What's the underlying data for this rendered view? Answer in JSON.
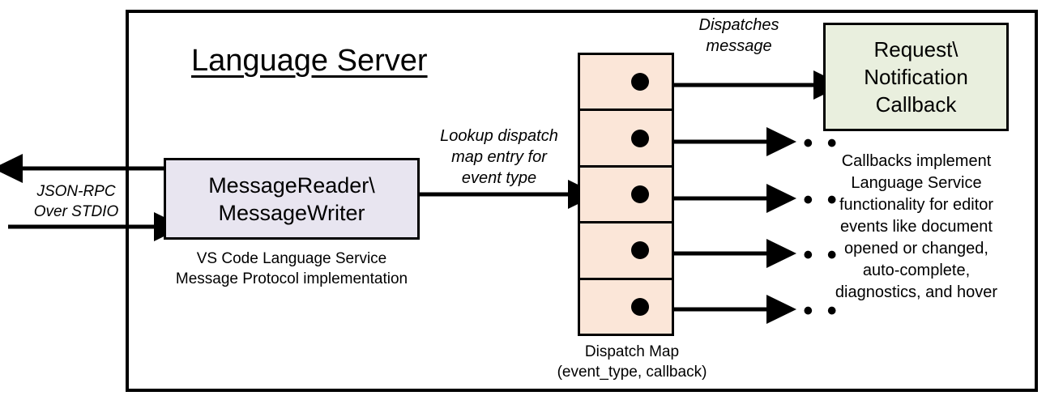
{
  "diagram": {
    "title": "Language Server",
    "type": "architecture-block-diagram"
  },
  "left_channel": {
    "label_line1": "JSON-RPC",
    "label_line2": "Over STDIO",
    "outbound_arrow": "arrow-left-out-of-server",
    "inbound_arrow": "arrow-right-into-server"
  },
  "message_node": {
    "line1": "MessageReader\\",
    "line2": "MessageWriter",
    "caption_line1": "VS Code Language Service",
    "caption_line2": "Message Protocol implementation",
    "fill": "#e8e5f0"
  },
  "lookup_note": {
    "line1": "Lookup dispatch",
    "line2": "map entry for",
    "line3": "event type"
  },
  "dispatch_map": {
    "caption_line1": "Dispatch Map",
    "caption_line2": "(event_type, callback)",
    "fill": "#fbe6d8",
    "rows": [
      {
        "id": "row-1",
        "dot": "entry-dot",
        "target": "callback-box"
      },
      {
        "id": "row-2",
        "dot": "entry-dot",
        "target": "ellipsis"
      },
      {
        "id": "row-3",
        "dot": "entry-dot",
        "target": "ellipsis"
      },
      {
        "id": "row-4",
        "dot": "entry-dot",
        "target": "ellipsis"
      },
      {
        "id": "row-5",
        "dot": "entry-dot",
        "target": "ellipsis"
      }
    ],
    "row_count": 5
  },
  "dispatch_note": {
    "line1": "Dispatches",
    "line2": "message"
  },
  "callback_node": {
    "line1": "Request\\",
    "line2": "Notification",
    "line3": "Callback",
    "fill": "#e9efde",
    "caption": [
      "Callbacks implement",
      "Language Service",
      "functionality for editor",
      "events like document",
      "opened or changed,",
      "auto-complete,",
      "diagnostics, and hover"
    ]
  },
  "ellipses": {
    "glyph": "• • •",
    "count": 4
  },
  "colors": {
    "stroke": "#000000",
    "background": "#ffffff",
    "lavender": "#e8e5f0",
    "peach": "#fbe6d8",
    "green": "#e9efde"
  }
}
